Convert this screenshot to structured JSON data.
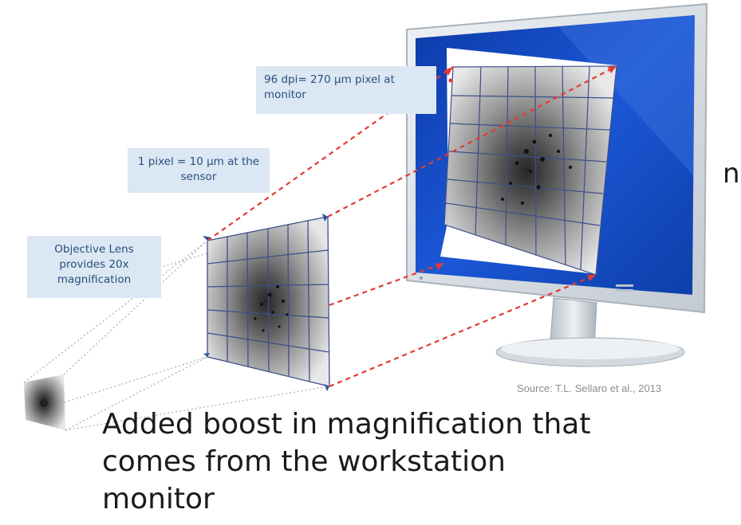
{
  "callouts": {
    "monitor": "96 dpi= 270 µm pixel at monitor",
    "sensor": "1 pixel = 10 µm at the sensor",
    "lens": "Objective Lens provides 20x magnification"
  },
  "source": "Source: T.L. Sellaro et al., 2013",
  "caption": "Added boost in magnification that\ncomes from the workstation\nmonitor",
  "cut_off_text": "n",
  "colors": {
    "callout_bg": "#dbe7f3",
    "callout_text": "#2a4f7d",
    "projection_dash": "#e53935",
    "monitor_screen": "#1a4fbf",
    "monitor_frame": "#d7dde3",
    "grid_line": "#3c4f8a"
  },
  "icons": {
    "monitor": "monitor-icon",
    "tissue_sample": "tissue-sample-image"
  }
}
